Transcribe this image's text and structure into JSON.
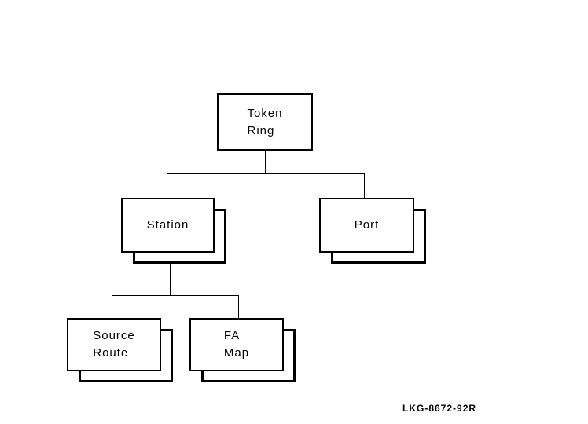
{
  "diagram": {
    "type": "hierarchy-tree",
    "background_color": "#ffffff",
    "line_color": "#000000",
    "nodes": {
      "token_ring": {
        "label": "Token\nRing",
        "stacked": false
      },
      "station": {
        "label": "Station",
        "stacked": true
      },
      "port": {
        "label": "Port",
        "stacked": true
      },
      "source_route": {
        "label": "Source\nRoute",
        "stacked": true
      },
      "fa_map": {
        "label": "FA\nMap",
        "stacked": true
      }
    },
    "edges": [
      {
        "from": "token_ring",
        "to": "station"
      },
      {
        "from": "token_ring",
        "to": "port"
      },
      {
        "from": "station",
        "to": "source_route"
      },
      {
        "from": "station",
        "to": "fa_map"
      }
    ],
    "caption": "LKG-8672-92R"
  }
}
